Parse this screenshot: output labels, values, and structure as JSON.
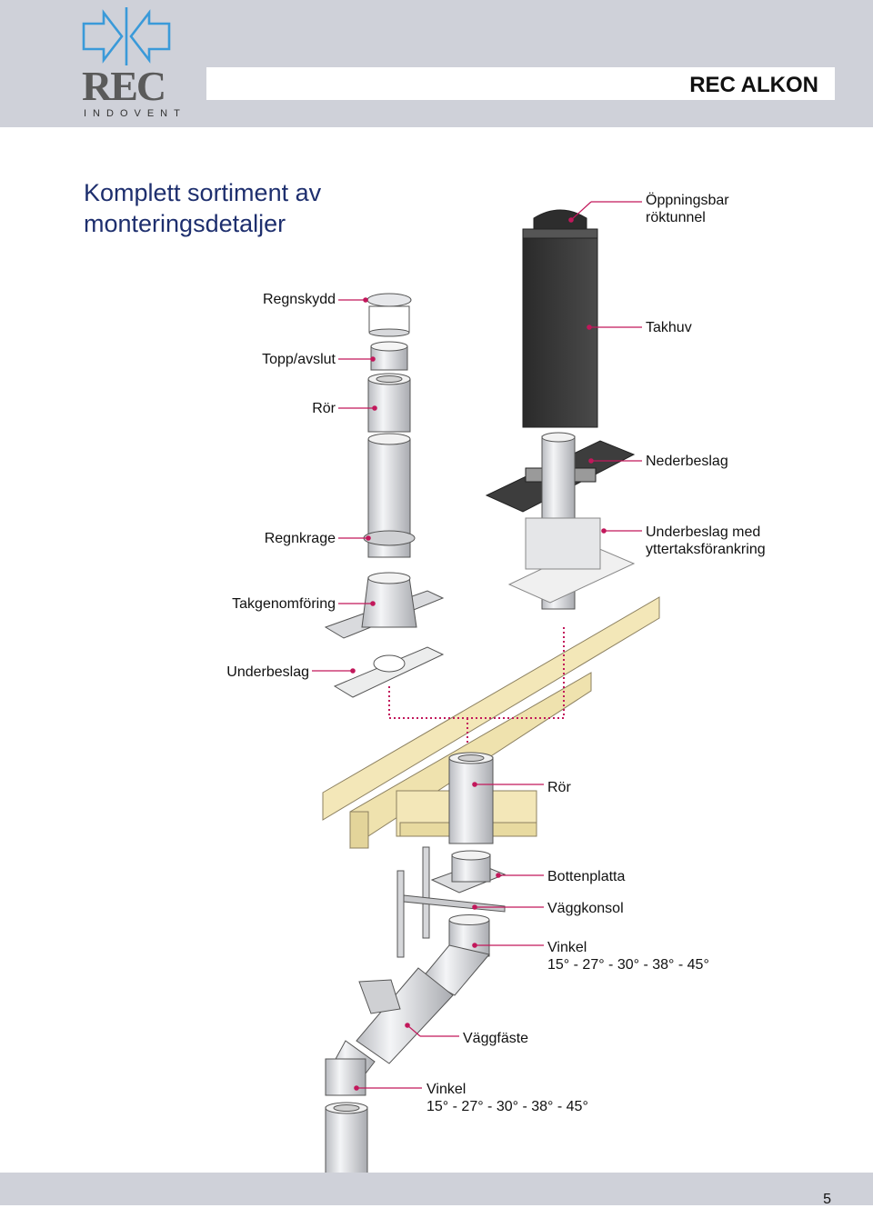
{
  "logo": {
    "text": "REC",
    "subtext": "INDOVENT",
    "color": "#3a9ad9"
  },
  "brand": "REC ALKON",
  "heading": {
    "line1": "Komplett sortiment av",
    "line2": "monteringsdetaljer"
  },
  "labels": {
    "oppningsbar_1": "Öppningsbar",
    "oppningsbar_2": "röktunnel",
    "takhuv": "Takhuv",
    "regnskydd": "Regnskydd",
    "topp": "Topp/avslut",
    "ror_top": "Rör",
    "nederbeslag": "Nederbeslag",
    "regnkrage": "Regnkrage",
    "underbeslag_med_1": "Underbeslag med",
    "underbeslag_med_2": "yttertaksförankring",
    "takgenomforing": "Takgenomföring",
    "underbeslag": "Underbeslag",
    "ror_mid": "Rör",
    "bottenplatta": "Bottenplatta",
    "vaggkonsol": "Väggkonsol",
    "vinkel1_1": "Vinkel",
    "vinkel1_2": "15° - 27° - 30° - 38° - 45°",
    "vaggfaste": "Väggfäste",
    "vinkel2_1": "Vinkel",
    "vinkel2_2": "15° - 27° - 30° - 38° - 45°"
  },
  "colors": {
    "leader": "#c2185b",
    "beam": "#f3e7b8",
    "steel": "#e2e3e6",
    "chimney": "#3c3c3c"
  },
  "page_number": "5"
}
